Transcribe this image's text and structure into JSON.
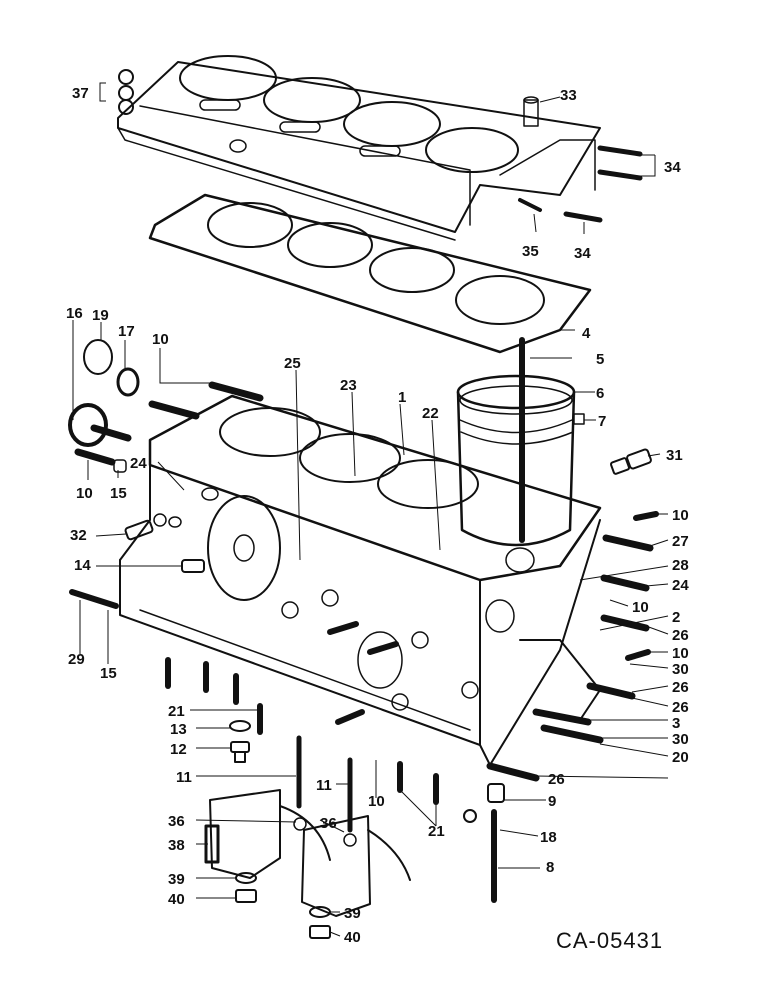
{
  "drawing_code": "CA-05431",
  "callouts": [
    "1",
    "2",
    "3",
    "4",
    "5",
    "6",
    "7",
    "8",
    "9",
    "10",
    "11",
    "12",
    "13",
    "14",
    "15",
    "16",
    "17",
    "18",
    "19",
    "20",
    "21",
    "22",
    "23",
    "24",
    "25",
    "26",
    "27",
    "28",
    "29",
    "30",
    "31",
    "32",
    "33",
    "34",
    "35",
    "36",
    "37",
    "38",
    "39",
    "40"
  ]
}
